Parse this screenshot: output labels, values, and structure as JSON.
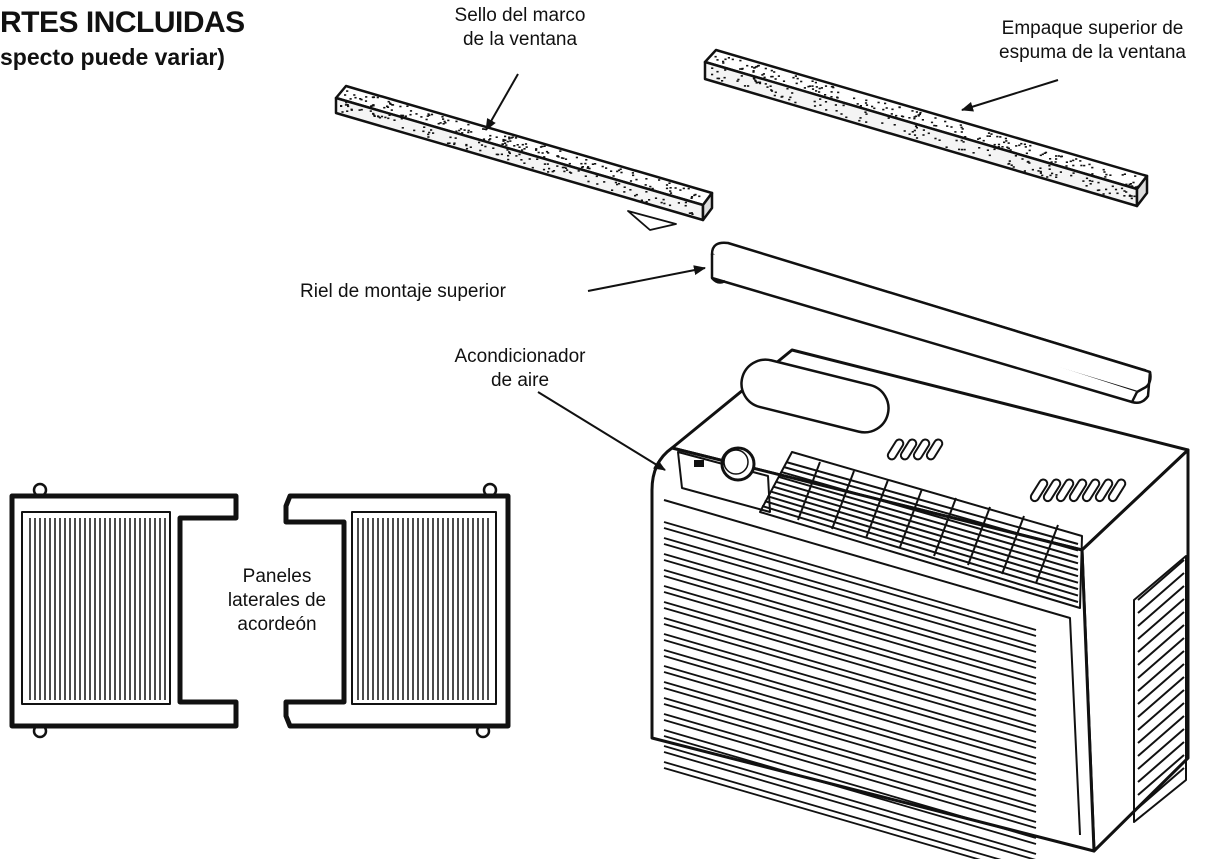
{
  "header": {
    "line1": "RTES INCLUIDAS",
    "line2": "specto puede variar)"
  },
  "labels": {
    "sello": [
      "Sello del marco",
      "de la ventana"
    ],
    "empaque": [
      "Empaque superior de",
      "espuma de la ventana"
    ],
    "riel": [
      "Riel de montaje superior"
    ],
    "acondicionador": [
      "Acondicionador",
      "de aire"
    ],
    "paneles": [
      "Paneles",
      "laterales de",
      "acordeón"
    ]
  }
}
